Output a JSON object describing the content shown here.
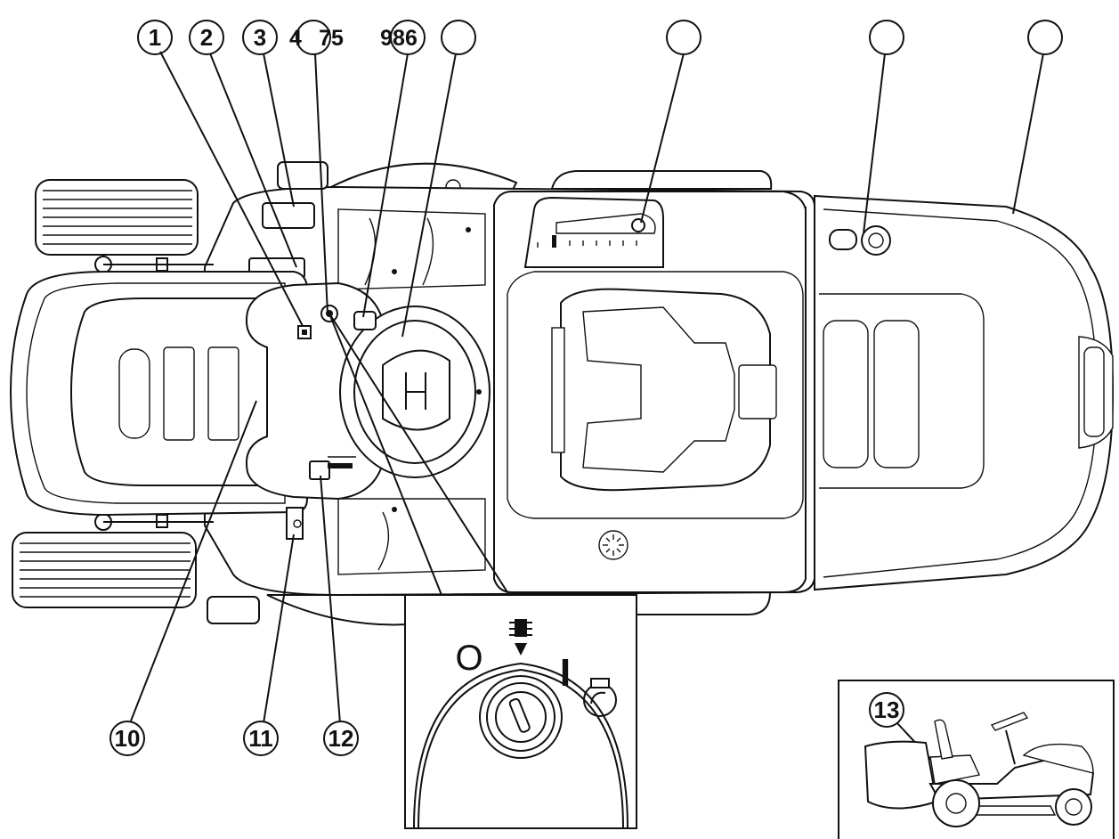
{
  "top_labels": [
    "1",
    "2",
    "3",
    "4",
    "75",
    "986"
  ],
  "callouts_bottom": [
    "10",
    "11",
    "12"
  ],
  "inset_callout": "13",
  "ignition_marks": {
    "off": "O",
    "on": "I"
  }
}
